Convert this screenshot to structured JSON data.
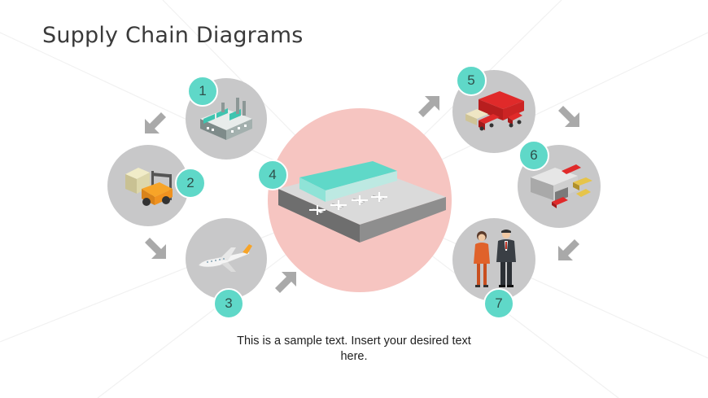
{
  "title": "Supply Chain Diagrams",
  "caption": "This is a sample text. Insert your desired text here.",
  "steps": [
    {
      "number": "1",
      "icon": "factory-icon"
    },
    {
      "number": "2",
      "icon": "forklift-icon"
    },
    {
      "number": "3",
      "icon": "airplane-icon"
    },
    {
      "number": "4",
      "icon": "airport-icon"
    },
    {
      "number": "5",
      "icon": "delivery-trucks-icon"
    },
    {
      "number": "6",
      "icon": "warehouse-icon"
    },
    {
      "number": "7",
      "icon": "business-people-icon"
    }
  ],
  "colors": {
    "circle": "#c8c8c9",
    "center_circle": "#f6c5c1",
    "badge": "#5fd8c8",
    "arrow": "#a9a9a9"
  }
}
